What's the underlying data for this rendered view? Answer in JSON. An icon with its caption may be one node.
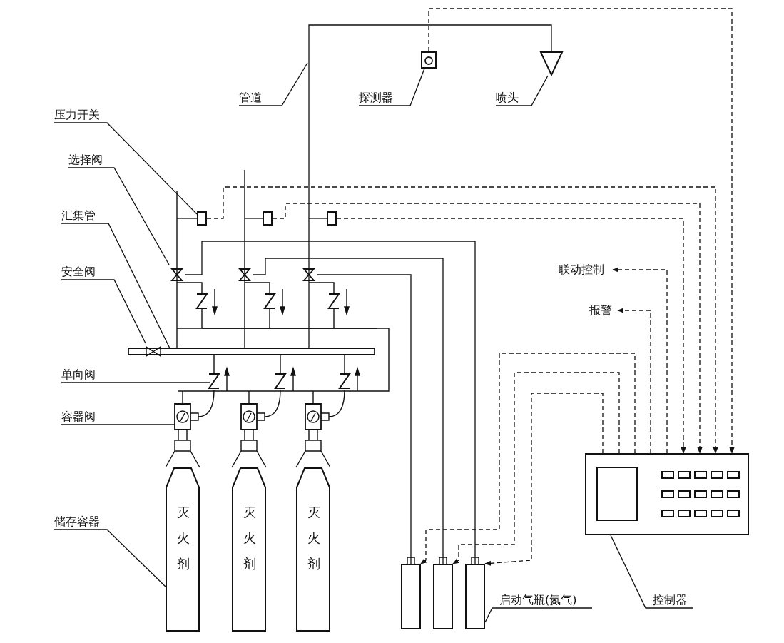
{
  "diagram": {
    "nodes": [
      {
        "text": [
          "压力开关"
        ]
      },
      {
        "text": [
          "选择阀"
        ]
      },
      {
        "text": [
          "汇集管"
        ]
      },
      {
        "text": [
          "安全阀"
        ]
      },
      {
        "text": [
          "单向阀"
        ]
      },
      {
        "text": [
          "容器阀"
        ]
      },
      {
        "text": [
          "储存容器"
        ]
      },
      {
        "text": [
          "管道"
        ]
      },
      {
        "text": [
          "探测器"
        ]
      },
      {
        "text": [
          "喷头"
        ]
      },
      {
        "text": [
          "联动控制"
        ]
      },
      {
        "text": [
          "报警"
        ]
      },
      {
        "text": [
          "启动气瓶(氮气)"
        ]
      },
      {
        "text": [
          "控制器"
        ]
      },
      {
        "text": [
          "灭火剂"
        ]
      },
      {
        "text": [
          "灭火剂"
        ]
      },
      {
        "text": [
          "灭火剂"
        ]
      },
      {
        "text": [],
        "shape": "cylinder"
      },
      {
        "text": [],
        "shape": "cylinder"
      },
      {
        "text": [],
        "shape": "cylinder"
      },
      {
        "text": [],
        "shape": "box"
      },
      {
        "text": [],
        "shape": "triangle"
      },
      {
        "text": [],
        "shape": "box"
      },
      {
        "text": [],
        "shape": "box"
      },
      {
        "text": [],
        "shape": "box"
      },
      {
        "text": [],
        "shape": "box"
      }
    ],
    "edges": [
      {
        "from": 0,
        "to": 22,
        "arrow": "none"
      },
      {
        "from": 1,
        "to": null,
        "arrow": "none"
      },
      {
        "from": 2,
        "to": null,
        "arrow": "none"
      },
      {
        "from": 3,
        "to": null,
        "arrow": "none"
      },
      {
        "from": 4,
        "to": null,
        "arrow": "none"
      },
      {
        "from": 5,
        "to": null,
        "arrow": "none"
      },
      {
        "from": 6,
        "to": 14,
        "arrow": "none"
      },
      {
        "from": 7,
        "to": null,
        "arrow": "none"
      },
      {
        "from": 8,
        "to": 20,
        "arrow": "none"
      },
      {
        "from": 9,
        "to": 21,
        "arrow": "none"
      },
      {
        "from": 12,
        "to": 19,
        "arrow": "none"
      },
      {
        "from": 13,
        "to": 25,
        "arrow": "none"
      },
      {
        "from": 21,
        "to": null,
        "arrow": "none"
      },
      {
        "from": 17,
        "to": null,
        "arrow": "none"
      },
      {
        "from": 18,
        "to": null,
        "arrow": "none"
      },
      {
        "from": 19,
        "to": null,
        "arrow": "none"
      },
      {
        "from": 20,
        "to": 25,
        "arrow": "to",
        "style": "dashed"
      },
      {
        "from": 22,
        "to": 25,
        "arrow": "to",
        "style": "dashed"
      },
      {
        "from": 23,
        "to": 25,
        "arrow": "to",
        "style": "dashed"
      },
      {
        "from": 24,
        "to": 25,
        "arrow": "to",
        "style": "dashed"
      },
      {
        "from": 25,
        "to": 10,
        "arrow": "to",
        "style": "dashed"
      },
      {
        "from": 25,
        "to": 11,
        "arrow": "to",
        "style": "dashed"
      },
      {
        "from": 25,
        "to": 17,
        "arrow": "to",
        "style": "dashed"
      },
      {
        "from": 25,
        "to": 18,
        "arrow": "to",
        "style": "dashed"
      },
      {
        "from": 25,
        "to": 19,
        "arrow": "to",
        "style": "dashed"
      },
      {
        "from": null,
        "to": 22,
        "arrow": "none"
      },
      {
        "from": null,
        "to": 23,
        "arrow": "none"
      },
      {
        "from": null,
        "to": 24,
        "arrow": "none"
      }
    ]
  }
}
